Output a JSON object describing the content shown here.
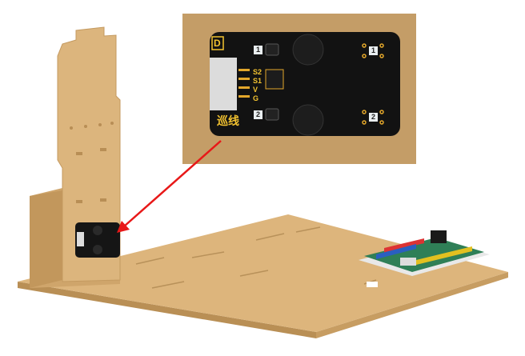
{
  "inset": {
    "board": {
      "logo": "D",
      "pins": [
        "S2",
        "S1",
        "V",
        "G"
      ],
      "title": "巡线",
      "sensor_left_labels": [
        "1",
        "2"
      ],
      "sensor_right_labels": [
        "1",
        "2"
      ]
    }
  },
  "colors": {
    "wood": "#d9b27a",
    "inset_bg": "#c49d67",
    "pcb": "#121212",
    "silk": "#f2c230",
    "arrow": "#e81818"
  }
}
